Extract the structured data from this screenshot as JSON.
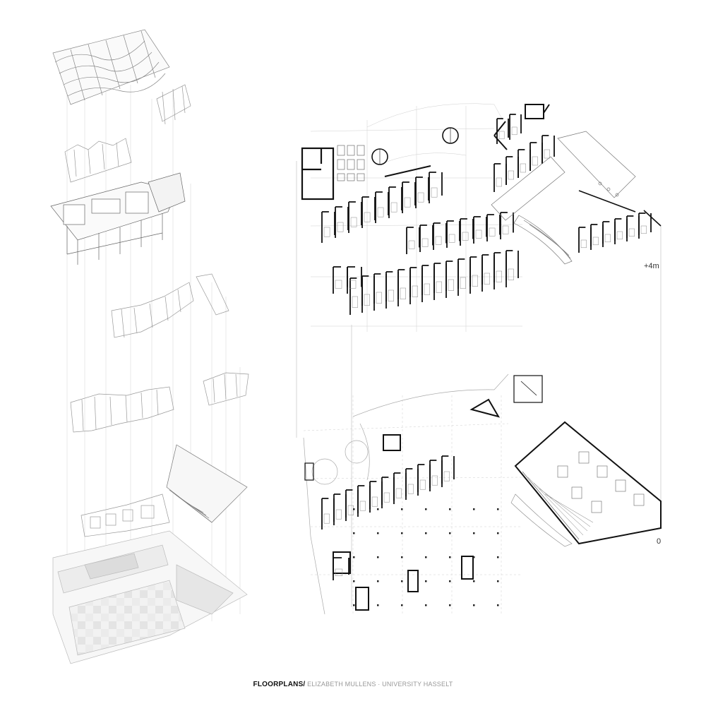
{
  "sheet": {
    "title": "FLOORPLANS/",
    "subtitle": "ELIZABETH MULLENS · UNIVERSITY HASSELT"
  },
  "levels": {
    "upper": "+4m",
    "ground": "0"
  }
}
